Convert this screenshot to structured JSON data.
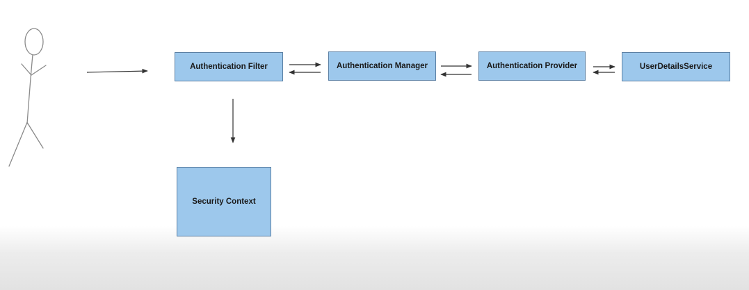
{
  "diagram": {
    "nodes": {
      "actor": {
        "kind": "stick-figure"
      },
      "authentication_filter": {
        "label": "Authentication Filter"
      },
      "authentication_manager": {
        "label": "Authentication Manager"
      },
      "authentication_provider": {
        "label": "Authentication Provider"
      },
      "user_details_service": {
        "label": "UserDetailsService"
      },
      "security_context": {
        "label": "Security Context"
      }
    },
    "edges": [
      {
        "from": "actor",
        "to": "authentication_filter",
        "direction": "one-way"
      },
      {
        "from": "authentication_filter",
        "to": "authentication_manager",
        "direction": "two-way"
      },
      {
        "from": "authentication_manager",
        "to": "authentication_provider",
        "direction": "two-way"
      },
      {
        "from": "authentication_provider",
        "to": "user_details_service",
        "direction": "two-way"
      },
      {
        "from": "authentication_filter",
        "to": "security_context",
        "direction": "one-way"
      }
    ],
    "colors": {
      "box_fill": "#9dc8ec",
      "box_border": "#5a7fa3",
      "arrow": "#333333",
      "figure": "#8a8a8a"
    }
  }
}
